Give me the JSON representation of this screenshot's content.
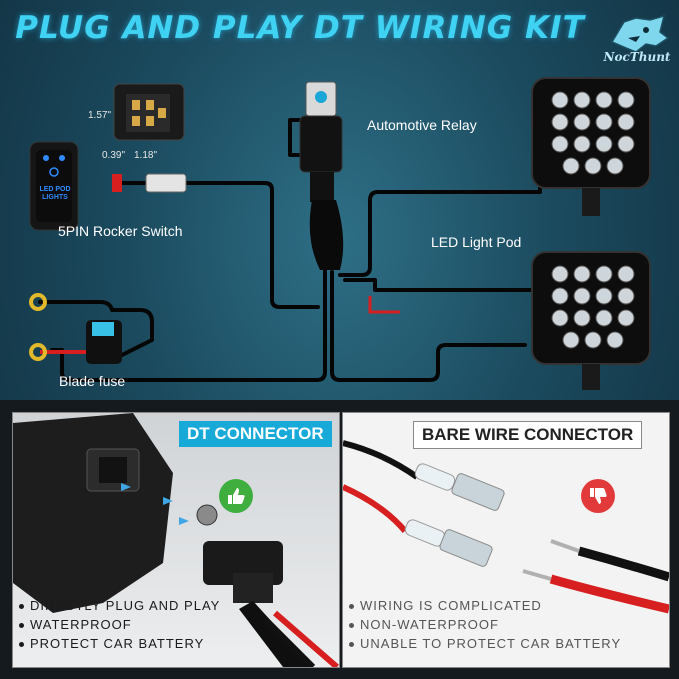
{
  "title": "PLUG AND PLAY DT WIRING KIT",
  "brand": "NocThunt",
  "labels": {
    "relay": "Automotive Relay",
    "switch": "5PIN Rocker Switch",
    "light_pod": "LED Light Pod",
    "fuse": "Blade fuse"
  },
  "switch_dims": {
    "height": "1.57\"",
    "width": "0.39\"",
    "depth": "1.18\""
  },
  "switch_face_text": "LED POD LIGHTS",
  "dt_panel": {
    "header": "DT CONNECTOR",
    "features": [
      "DIRECTLY PLUG AND PLAY",
      "WATERPROOF",
      "PROTECT CAR BATTERY"
    ]
  },
  "bare_panel": {
    "header": "BARE WIRE CONNECTOR",
    "features": [
      "WIRING IS COMPLICATED",
      "NON-WATERPROOF",
      "UNABLE TO PROTECT CAR BATTERY"
    ]
  },
  "colors": {
    "accent": "#3fd2f2",
    "good": "#3fae3f",
    "bad": "#e23a3a",
    "wire_red": "#d71f1f"
  },
  "icons": {
    "good": "thumbs-up-icon",
    "bad": "thumbs-down-icon"
  }
}
